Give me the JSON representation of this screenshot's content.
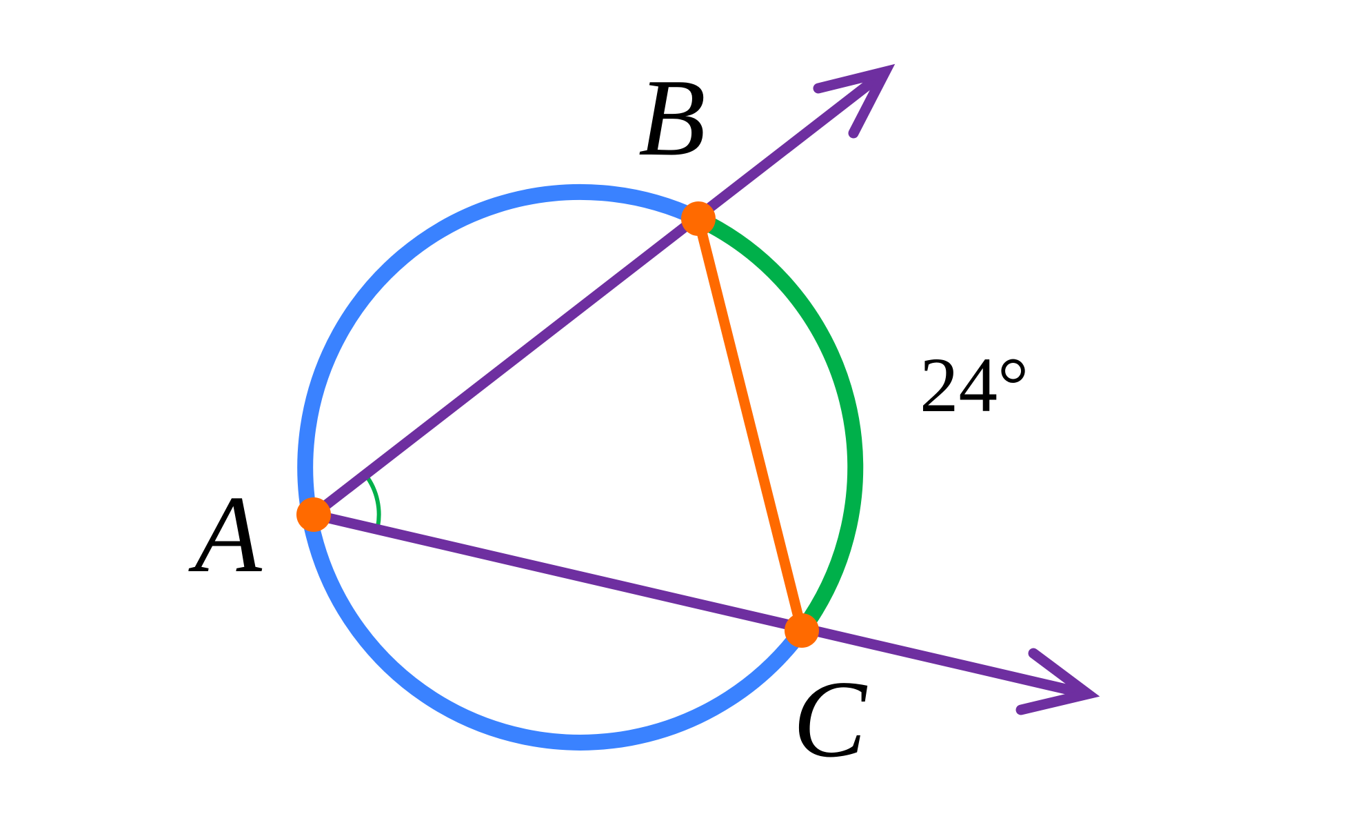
{
  "points": {
    "A": "A",
    "B": "B",
    "C": "C"
  },
  "arc_measure": "24°",
  "colors": {
    "circle": "#3a82ff",
    "arc_bc": "#00b04a",
    "rays": "#6e2fa0",
    "chord": "#ff6a00",
    "points": "#ff6a00",
    "angle_mark": "#00b04a"
  }
}
